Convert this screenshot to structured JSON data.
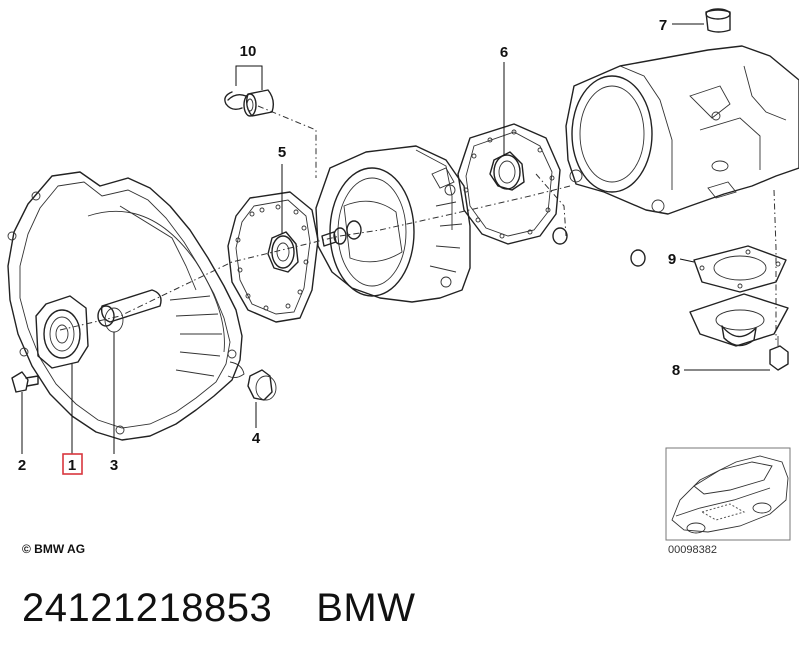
{
  "callouts": [
    {
      "id": "1",
      "highlighted": true
    },
    {
      "id": "2"
    },
    {
      "id": "3"
    },
    {
      "id": "4"
    },
    {
      "id": "5"
    },
    {
      "id": "6"
    },
    {
      "id": "7"
    },
    {
      "id": "8"
    },
    {
      "id": "9"
    },
    {
      "id": "10"
    }
  ],
  "copyright": "© BMW AG",
  "reference_number": "00098382",
  "caption": {
    "part_number": "24121218853",
    "brand": "BMW"
  },
  "colors": {
    "line": "#222222",
    "highlight_box": "#d9363e",
    "background": "#ffffff"
  }
}
